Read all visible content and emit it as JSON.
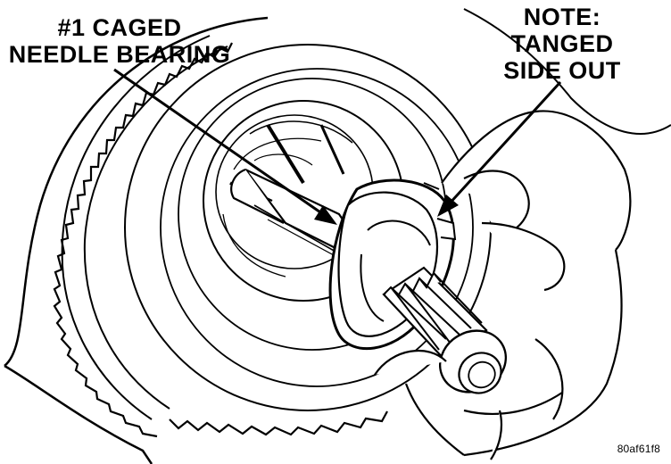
{
  "callouts": {
    "bearing": {
      "line1": "#1 CAGED",
      "line2": "NEEDLE BEARING"
    },
    "note": {
      "line1": "NOTE:",
      "line2": "TANGED",
      "line3": "SIDE OUT"
    }
  },
  "figure_id": "80af61f8"
}
